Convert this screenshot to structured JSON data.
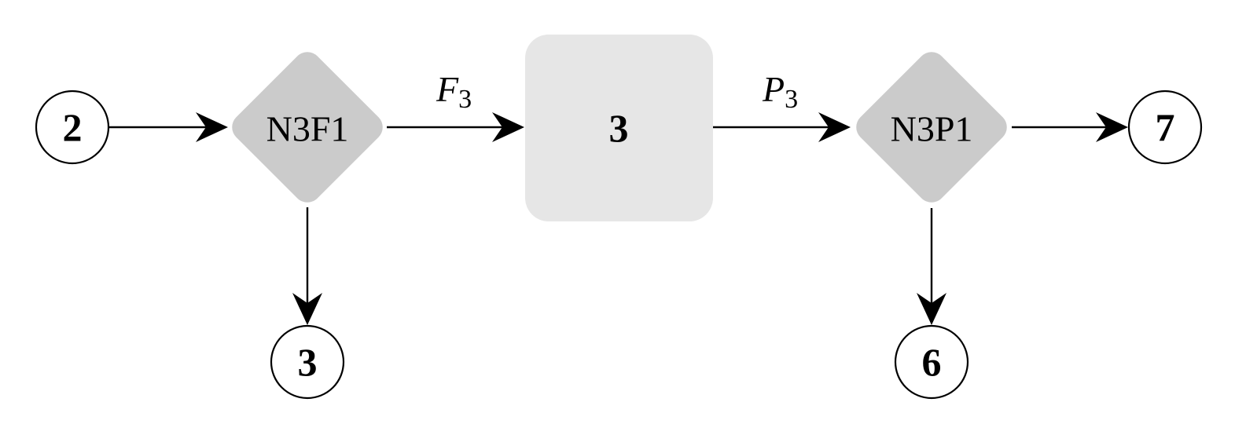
{
  "nodes": {
    "input_circle": "2",
    "split_feed": "N3F1",
    "process_box": "3",
    "split_product": "N3P1",
    "output_circle_feed": "3",
    "output_circle_product_down": "6",
    "output_circle_product_right": "7"
  },
  "edges": {
    "feed_label": {
      "symbol": "F",
      "subscript": "3"
    },
    "product_label": {
      "symbol": "P",
      "subscript": "3"
    }
  },
  "colors": {
    "diamond_fill": "#cbcbcb",
    "box_fill": "#e6e6e6",
    "stroke": "#000000"
  }
}
